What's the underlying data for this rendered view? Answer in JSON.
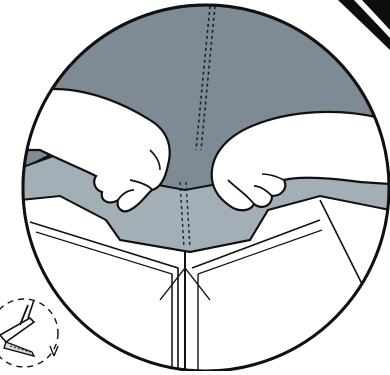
{
  "illustration": {
    "kind": "assembly-instruction",
    "colors": {
      "background": "#ffffff",
      "circle_fill": "#7e8a94",
      "fabric": "#a3afb7",
      "outline": "#111111",
      "hand_fill": "#ffffff",
      "frame_fill": "#ffffff",
      "corner_band": "#0d0d0d"
    },
    "icons": [
      "instruction-circle",
      "hands-icon",
      "stitched-fabric",
      "frame-corner",
      "stapler-icon",
      "corner-arrow-marker"
    ]
  }
}
